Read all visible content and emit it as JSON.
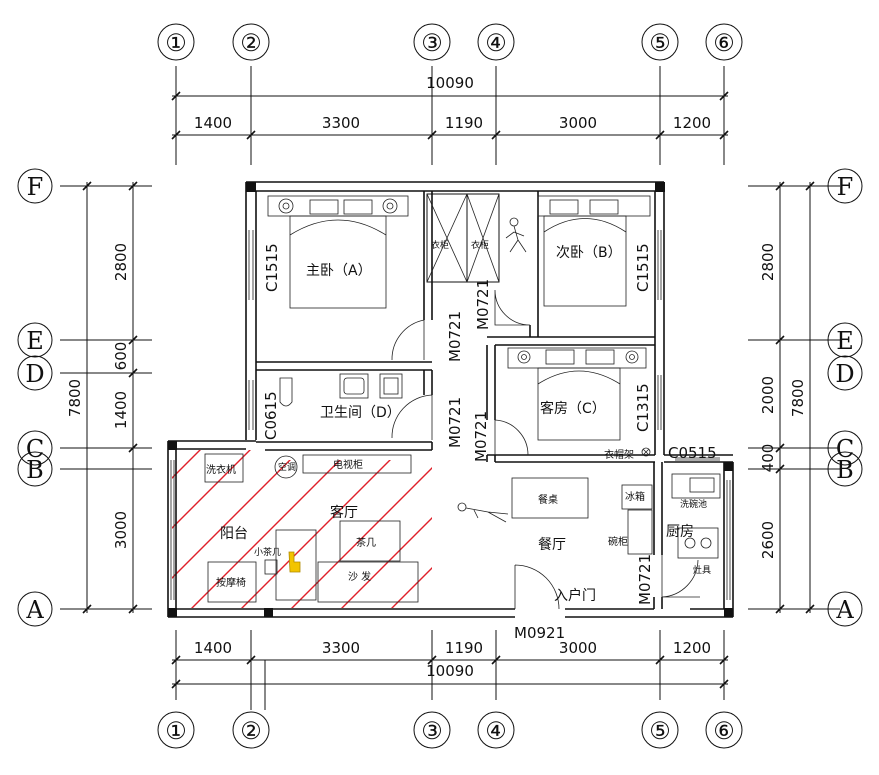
{
  "dims": {
    "total_top": "10090",
    "total_bottom": "10090",
    "top": [
      "1400",
      "3300",
      "1190",
      "3000",
      "1200"
    ],
    "bottom": [
      "1400",
      "3300",
      "1190",
      "3000",
      "1200"
    ],
    "left_total": "7800",
    "right_total": "7800",
    "left": [
      "2800",
      "600",
      "1400",
      "3000"
    ],
    "right": [
      "2800",
      "2000",
      "400",
      "2600"
    ]
  },
  "axes": {
    "cols": [
      "①",
      "②",
      "③",
      "④",
      "⑤",
      "⑥"
    ],
    "rows": [
      "F",
      "E",
      "D",
      "C",
      "B",
      "A"
    ]
  },
  "rooms": {
    "master": "主卧（A）",
    "second": "次卧（B）",
    "guest": "客房（C）",
    "bath": "卫生间（D）",
    "living": "客厅",
    "balcony": "阳台",
    "dining": "餐厅",
    "kitchen": "厨房",
    "entry": "入户门"
  },
  "labels": {
    "washer": "洗衣机",
    "ac": "空调",
    "tv": "电视柜",
    "tea": "茶几",
    "small_tea": "小茶几",
    "sofa": "沙  发",
    "massage": "按摩椅",
    "table": "餐桌",
    "fridge": "冰箱",
    "cabinet": "碗柜",
    "sink": "洗碗池",
    "stove": "灶具",
    "wardrobe1": "衣柜",
    "wardrobe2": "衣柜",
    "coat": "衣帽架"
  },
  "windows": {
    "c1515_left": "C1515",
    "c1515_right": "C1515",
    "c0615": "C0615",
    "c1315": "C1315",
    "c0515": "C0515"
  },
  "doors": {
    "m0721_a": "M0721",
    "m0721_b": "M0721",
    "m0721_c": "M0721",
    "m0721_d": "M0721",
    "m0721_e": "M0721",
    "m0921": "M0921"
  },
  "colors": {
    "hatch": "#e0202a",
    "cursor": "#f2c400",
    "line": "#111111"
  }
}
